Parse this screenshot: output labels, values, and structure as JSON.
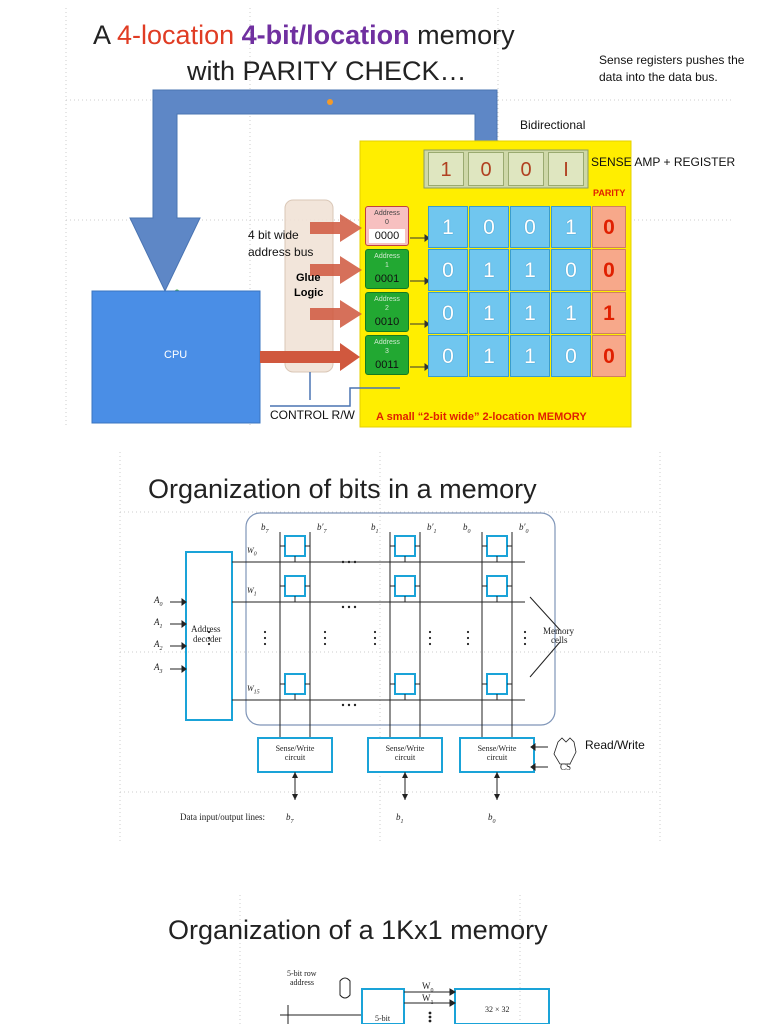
{
  "slide1": {
    "title": {
      "prefix": "A ",
      "part_red": "4-location",
      "part_space": " ",
      "part_purple": "4-bit/location",
      "suffix": " memory",
      "line2": "with PARITY CHECK…"
    },
    "note_line1": "Sense registers pushes the",
    "note_line2": "data into the data bus.",
    "bidirectional": "Bidirectional",
    "sense_register_bits": [
      "1",
      "0",
      "0",
      "I"
    ],
    "sense_label": "SENSE AMP + REGISTER",
    "parity_header": "PARITY",
    "address_bus_line1": "4 bit wide",
    "address_bus_line2": "address bus",
    "glue_line1": "Glue",
    "glue_line2": "Logic",
    "cpu_label": "CPU",
    "control_label": "CONTROL R/W",
    "bottom_caption": "A small “2-bit wide” 2-location MEMORY",
    "rows": [
      {
        "address_word": "Address",
        "index": "0",
        "code": "0000",
        "bits": [
          "1",
          "0",
          "0",
          "1"
        ],
        "parity": "0"
      },
      {
        "address_word": "Address",
        "index": "1",
        "code": "0001",
        "bits": [
          "0",
          "1",
          "1",
          "0"
        ],
        "parity": "0"
      },
      {
        "address_word": "Address",
        "index": "2",
        "code": "0010",
        "bits": [
          "0",
          "1",
          "1",
          "1"
        ],
        "parity": "1"
      },
      {
        "address_word": "Address",
        "index": "3",
        "code": "0011",
        "bits": [
          "0",
          "1",
          "1",
          "0"
        ],
        "parity": "0"
      }
    ],
    "colors": {
      "title_red": "#e03c24",
      "title_purple": "#7030a0",
      "yellow_panel": "#ffee00",
      "bit_cell": "#70c6ef",
      "parity_cell": "#f7a88a",
      "parity_text": "#e02000",
      "bus_blue": "#5e87c6",
      "cpu_blue": "#4a8ee6",
      "arrow_red": "#d0583e"
    }
  },
  "slide2": {
    "title": "Organization of bits in a memory",
    "columns": [
      {
        "b": "b",
        "b_sub": "7",
        "bp": "b′",
        "bp_sub": "7"
      },
      {
        "b": "b",
        "b_sub": "1",
        "bp": "b′",
        "bp_sub": "1"
      },
      {
        "b": "b",
        "b_sub": "0",
        "bp": "b′",
        "bp_sub": "0"
      }
    ],
    "words": [
      {
        "w": "W",
        "sub": "0"
      },
      {
        "w": "W",
        "sub": "1"
      },
      {
        "w": "W",
        "sub": "15"
      }
    ],
    "address_inputs": [
      {
        "a": "A",
        "sub": "0"
      },
      {
        "a": "A",
        "sub": "1"
      },
      {
        "a": "A",
        "sub": "2"
      },
      {
        "a": "A",
        "sub": "3"
      }
    ],
    "decoder_line1": "Address",
    "decoder_line2": "decoder",
    "memory_cells_line1": "Memory",
    "memory_cells_line2": "cells",
    "sense_line1": "Sense/Write",
    "sense_line2": "circuit",
    "read_write": "Read/Write",
    "cs": "CS",
    "data_lines_label": "Data input/output lines:",
    "data_lines": [
      {
        "b": "b",
        "sub": "7"
      },
      {
        "b": "b",
        "sub": "1"
      },
      {
        "b": "b",
        "sub": "0"
      }
    ]
  },
  "slide3": {
    "title": "Organization of a 1Kx1 memory",
    "row_address_line1": "5-bit row",
    "row_address_line2": "address",
    "decoder_label": "5-bit",
    "array_label": "32 × 32",
    "word_lines": [
      {
        "w": "W",
        "sub": "0"
      },
      {
        "w": "W",
        "sub": "1"
      }
    ]
  }
}
